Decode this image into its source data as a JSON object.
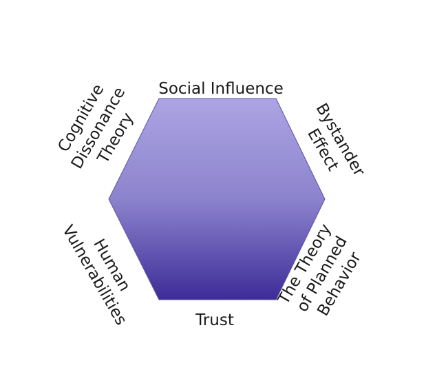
{
  "colors": {
    "hex_top": "#aca4e3",
    "hex_mid": "#8c83cd",
    "hex_bottom": "#3d2c97",
    "hex_stroke": "#5a50a8"
  },
  "labels": {
    "top": "Social Influence",
    "bottom": "Trust",
    "top_left": [
      "Cognitive",
      "Dissonance",
      "Theory"
    ],
    "top_right": [
      "Bystander",
      "Effect"
    ],
    "bottom_left": [
      "Human",
      "Vulnerabilities"
    ],
    "bottom_right": [
      "The Theory",
      "of Planned",
      "Behavior"
    ]
  }
}
